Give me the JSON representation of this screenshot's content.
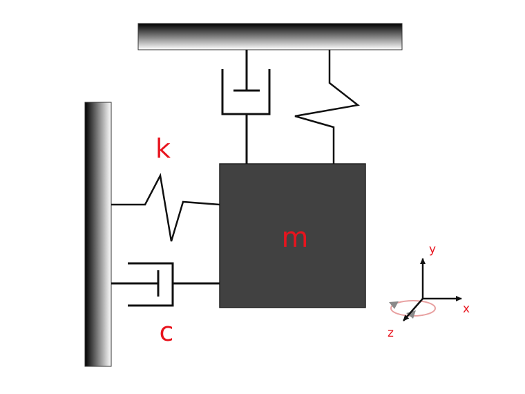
{
  "labels": {
    "spring_constant": "k",
    "damping_coefficient": "c",
    "mass": "m"
  },
  "axes": {
    "x": "x",
    "y": "y",
    "z": "z"
  },
  "colors": {
    "label_red": "#e8141e",
    "mass_fill": "#414141",
    "line": "#111111",
    "wall_dark": "#000000",
    "wall_light": "#ffffff",
    "rotation_arrow": "#8a8a8a",
    "rotation_ring": "#e8a0a0"
  },
  "icons": {
    "ceiling": "ceiling-support",
    "wall": "wall-support",
    "axes": "coordinate-axes-icon"
  }
}
